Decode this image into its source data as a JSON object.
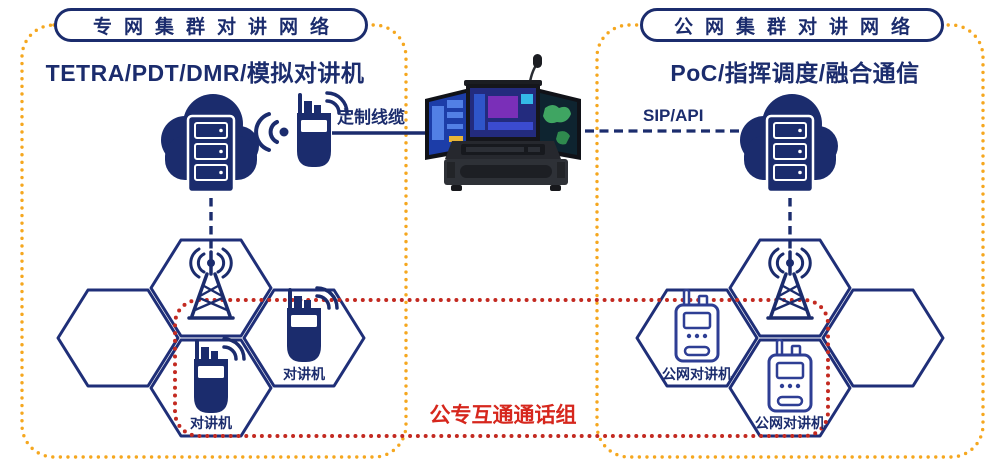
{
  "colors": {
    "navy": "#1B2C6D",
    "hex_stroke": "#1F2F78",
    "panel_border_yellow": "#F5A71F",
    "group_border_red": "#C32A21",
    "group_text_red": "#D6271D"
  },
  "left_panel": {
    "network_label": "专网集群对讲网络",
    "title": "TETRA/PDT/DMR/模拟对讲机",
    "cable_label": "定制线缆",
    "hex_radio_labels": [
      "对讲机",
      "对讲机"
    ]
  },
  "right_panel": {
    "network_label": "公网集群对讲网络",
    "title": "PoC/指挥调度/融合通信",
    "link_label": "SIP/API",
    "hex_radio_labels": [
      "公网对讲机",
      "公网对讲机"
    ]
  },
  "group_label": "公专互通通话组",
  "icons": [
    "cloud-server-icon",
    "wifi-signal-icon",
    "walkie-talkie-icon",
    "antenna-tower-icon",
    "poc-radio-icon",
    "command-terminal-image"
  ]
}
